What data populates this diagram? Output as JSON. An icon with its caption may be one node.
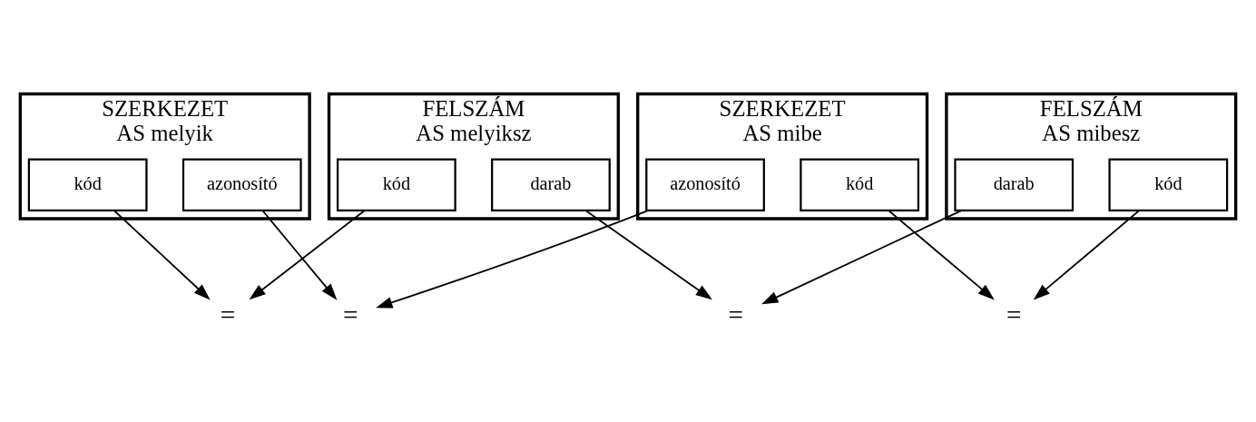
{
  "diagram": {
    "nodes": [
      {
        "text": [
          "FELSZÁM",
          "AS melyiksz"
        ]
      },
      {
        "text": [
          "kód"
        ],
        "in": 0
      },
      {
        "text": [
          "darab"
        ],
        "in": 0
      },
      {
        "text": [
          "SZERKEZET",
          "AS melyik"
        ]
      },
      {
        "text": [
          "kód"
        ],
        "in": 3
      },
      {
        "text": [
          "azonosító"
        ],
        "in": 3
      },
      {
        "text": [
          "SZERKEZET",
          "AS mibe"
        ]
      },
      {
        "text": [
          "kód"
        ],
        "in": 6
      },
      {
        "text": [
          "azonosító"
        ],
        "in": 6
      },
      {
        "text": [
          "FELSZÁM",
          "AS mibesz"
        ]
      },
      {
        "text": [
          "kód"
        ],
        "in": 9
      },
      {
        "text": [
          "darab"
        ],
        "in": 9
      },
      {
        "text": [
          "="
        ]
      },
      {
        "text": [
          "="
        ]
      },
      {
        "text": [
          "="
        ]
      },
      {
        "text": [
          "="
        ]
      }
    ],
    "edges": [
      {
        "from": 1,
        "to": 12,
        "arrow": "to"
      },
      {
        "from": 4,
        "to": 12,
        "arrow": "to"
      },
      {
        "from": 2,
        "to": 15,
        "arrow": "to"
      },
      {
        "from": 5,
        "to": 13,
        "arrow": "to"
      },
      {
        "from": 8,
        "to": 13,
        "arrow": "to"
      },
      {
        "from": 7,
        "to": 14,
        "arrow": "to"
      },
      {
        "from": 10,
        "to": 14,
        "arrow": "to"
      },
      {
        "from": 11,
        "to": 15,
        "arrow": "to"
      }
    ]
  }
}
